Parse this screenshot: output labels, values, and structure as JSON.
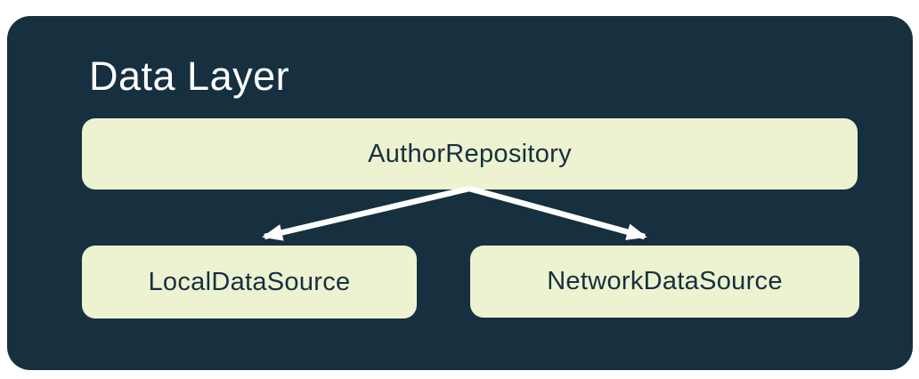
{
  "diagram": {
    "title": "Data Layer",
    "nodes": [
      {
        "id": "author-repository",
        "label": "AuthorRepository"
      },
      {
        "id": "local-data-source",
        "label": "LocalDataSource"
      },
      {
        "id": "network-data-source",
        "label": "NetworkDataSource"
      }
    ],
    "edges": [
      {
        "from": "AuthorRepository",
        "to": "LocalDataSource"
      },
      {
        "from": "AuthorRepository",
        "to": "NetworkDataSource"
      }
    ],
    "colors": {
      "page_bg": "#FFFFFF",
      "container_bg": "#17303F",
      "node_bg": "#EDF2D0",
      "title_text": "#FFFFFF",
      "node_text": "#17303F",
      "arrow": "#FFFFFF"
    }
  }
}
